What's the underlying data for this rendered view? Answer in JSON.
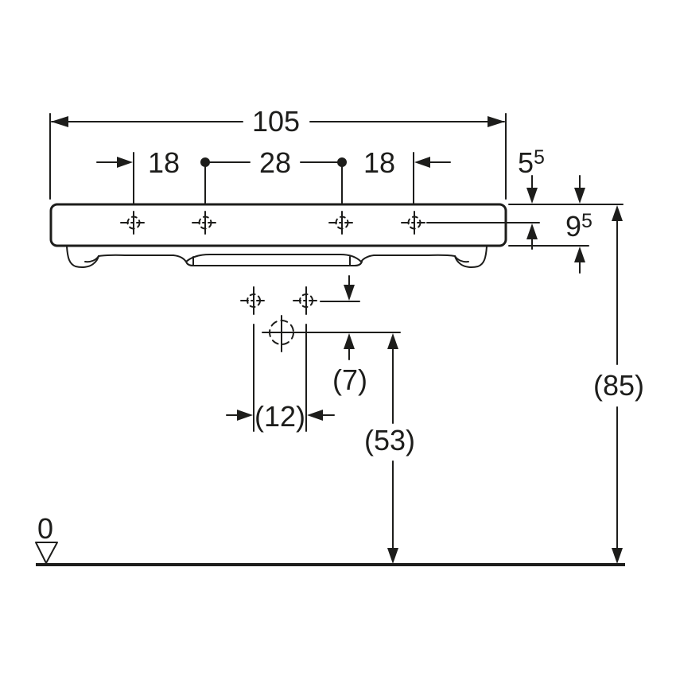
{
  "title": "washbasin-technical-drawing",
  "colors": {
    "line": "#1d1d1b",
    "background": "#ffffff"
  },
  "dimensions": {
    "overall_width": "105",
    "tap_spacing_left": "18",
    "tap_spacing_center": "28",
    "tap_spacing_right": "18",
    "rim_to_tap_axis": {
      "base": "5",
      "sup": "5"
    },
    "rim_height": {
      "base": "9",
      "sup": "5"
    },
    "overall_height": "(85)",
    "supply_to_drain": "(7)",
    "supply_spacing": "(12)",
    "drain_height": "(53)",
    "datum_level": "0"
  }
}
